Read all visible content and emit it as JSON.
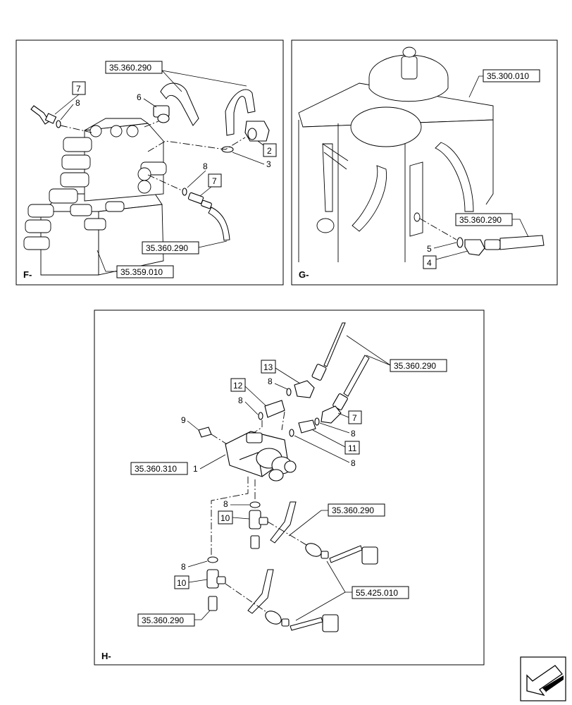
{
  "panels": {
    "F": {
      "tag": "F-",
      "ref_top": "35.360.290",
      "ref_right": "35.360.290",
      "ref_bottom": "35.359.010",
      "items": {
        "seven_a": "7",
        "eight_a": "8",
        "six": "6",
        "two": "2",
        "three": "3",
        "eight_b": "8",
        "seven_b": "7"
      }
    },
    "G": {
      "tag": "G-",
      "ref_top": "35.300.010",
      "ref_mid": "35.360.290",
      "items": {
        "five": "5",
        "four": "4"
      }
    },
    "H": {
      "tag": "H-",
      "ref_top": "35.360.290",
      "ref_left": "35.360.310",
      "ref_mid": "35.360.290",
      "ref_bottom_left": "35.360.290",
      "ref_bottom_right": "55.425.010",
      "items": {
        "thirteen": "13",
        "twelve": "12",
        "eight_a": "8",
        "eight_b": "8",
        "nine": "9",
        "seven": "7",
        "eight_c": "8",
        "eleven": "11",
        "eight_d": "8",
        "one": "1",
        "eight_e": "8",
        "ten_a": "10",
        "eight_f": "8",
        "ten_b": "10"
      }
    }
  },
  "nav_icon": "next-page-arrow-icon"
}
